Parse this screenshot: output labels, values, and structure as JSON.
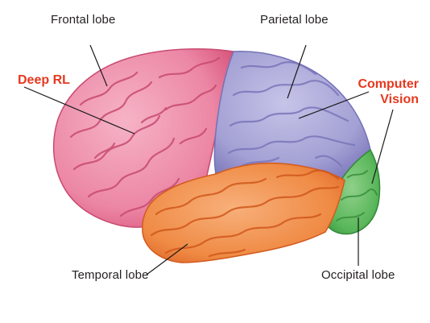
{
  "labels": {
    "frontal": "Frontal lobe",
    "parietal": "Parietal lobe",
    "temporal": "Temporal lobe",
    "occipital": "Occipital lobe"
  },
  "annotations": {
    "deep_rl": "Deep RL",
    "computer_vision_line1": "Computer",
    "computer_vision_line2": "Vision"
  },
  "colors": {
    "annotation_text": "#e5381f",
    "frontal": "#ee8aa8",
    "parietal": "#a6a3d6",
    "temporal": "#f08a45",
    "occipital": "#58b55a",
    "leader_line": "#1a1a1a",
    "label_text": "#231f20"
  }
}
